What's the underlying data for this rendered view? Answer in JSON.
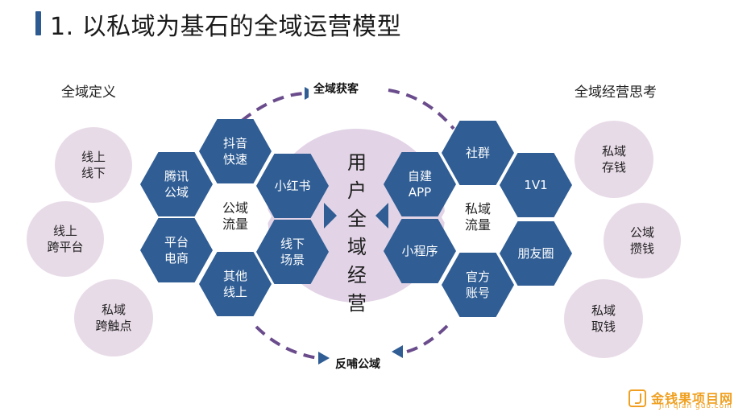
{
  "title": "1. 以私域为基石的全域运营模型",
  "left_title": "全域定义",
  "right_title": "全域经营思考",
  "left_bubbles": [
    "线上\n线下",
    "线上\n跨平台",
    "私域\n跨触点"
  ],
  "right_bubbles": [
    "私域\n存钱",
    "公域\n攒钱",
    "私域\n取钱"
  ],
  "center_label": "用\n户\n全\n域\n经\n营",
  "top_arrow_label": "全域获客",
  "bottom_arrow_label": "反哺公域",
  "public_cluster": {
    "center": "公域\n流量",
    "items": [
      "抖音\n快速",
      "小红书",
      "线下\n场景",
      "其他\n线上",
      "平台\n电商",
      "腾讯\n公域"
    ]
  },
  "private_cluster": {
    "center": "私域\n流量",
    "items": [
      "社群",
      "1V1",
      "朋友圈",
      "官方\n账号",
      "小程序",
      "自建\nAPP"
    ]
  },
  "colors": {
    "hex_blue": "#2f5d94",
    "bubble": "#e8dbe8",
    "center_circle": "#e2d4e6",
    "dashed_arrow": "#6a4c8c",
    "title_bar": "#2d5a91"
  },
  "watermark": {
    "main": "金钱果项目网",
    "sub": "Jin qian guo.com"
  }
}
